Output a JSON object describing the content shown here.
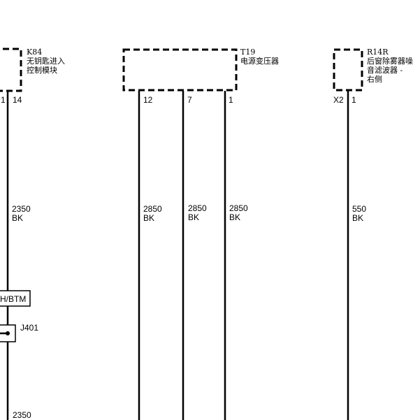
{
  "components": {
    "k84": {
      "ref": "K84",
      "name_line1": "无钥匙进入",
      "name_line2": "控制模块",
      "pins": [
        "1",
        "14"
      ]
    },
    "t19": {
      "ref": "T19",
      "name_line1": "电源变压器",
      "pins": [
        "12",
        "7",
        "1"
      ]
    },
    "r14r": {
      "ref": "R14R",
      "name_line1": "后窗除雾器噪",
      "name_line2": "音滤波器 -",
      "name_line3": "右侧",
      "pins": [
        "X2",
        "1"
      ]
    }
  },
  "wires": [
    {
      "circuit": "2350",
      "color": "BK"
    },
    {
      "circuit": "2850",
      "color": "BK"
    },
    {
      "circuit": "2850",
      "color": "BK"
    },
    {
      "circuit": "2850",
      "color": "BK"
    },
    {
      "circuit": "550",
      "color": "BK"
    }
  ],
  "harness_label": "H/BTM",
  "splice": "J401",
  "lower_wire": {
    "circuit": "2350"
  }
}
